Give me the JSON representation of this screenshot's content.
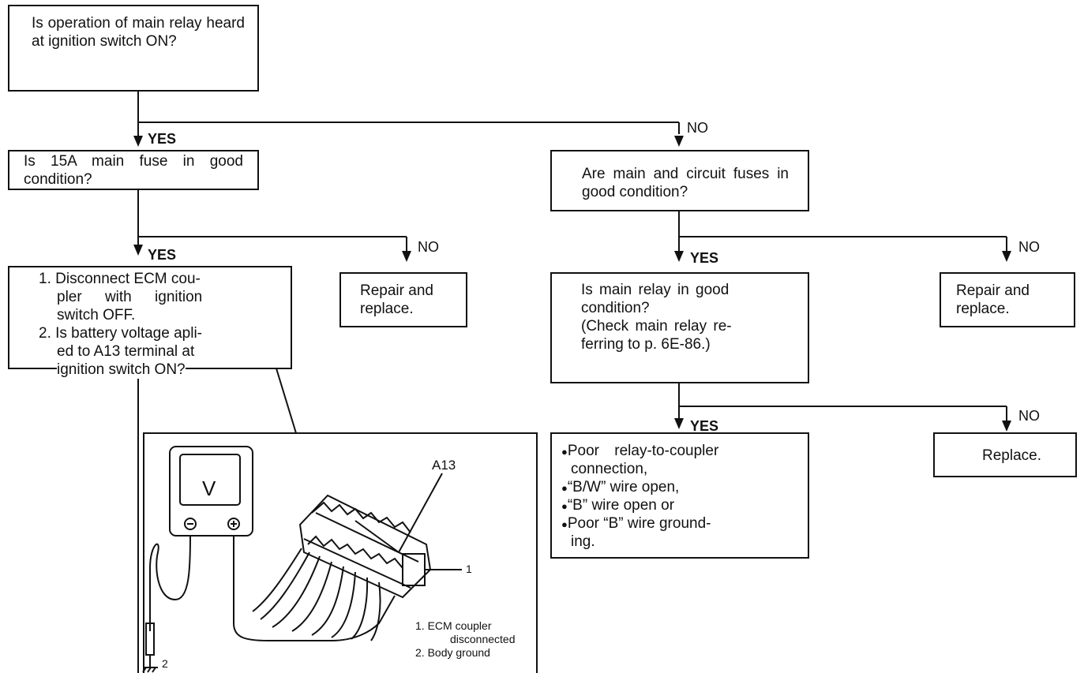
{
  "q1": {
    "text": "Is operation of main relay heard at ignition switch ON?"
  },
  "q2": {
    "text": "Is 15A main fuse in good condition?"
  },
  "q3": {
    "text": "Are main and circuit fuses in good condition?"
  },
  "step": {
    "line1": "1. Disconnect ECM cou-",
    "line2": "pler with ignition",
    "line3": "switch OFF.",
    "line4": "2. Is battery voltage apli-",
    "line5": "ed to A13 terminal at",
    "line6": "ignition switch ON?"
  },
  "repair1": {
    "line1": "Repair and",
    "line2": "replace."
  },
  "repair2": {
    "line1": "Repair and",
    "line2": "replace."
  },
  "q4": {
    "line1": "Is main relay in good",
    "line2": "condition?",
    "line3": "(Check main relay re-",
    "line4": "ferring to p. 6E-86.)"
  },
  "replace": {
    "text": "Replace."
  },
  "causes": {
    "item1a": "Poor relay-to-coupler",
    "item1b": "connection,",
    "item2": "“B/W” wire open,",
    "item3": "“B” wire open or",
    "item4a": "Poor “B” wire ground-",
    "item4b": "ing."
  },
  "labels": {
    "yes": "YES",
    "no": "NO"
  },
  "illustration": {
    "meter_symbol": "V",
    "terminal_label": "A13",
    "callout_1": "1",
    "callout_2": "2",
    "legend_1a": "1.  ECM coupler",
    "legend_1b": "disconnected",
    "legend_2": "2.  Body ground"
  }
}
